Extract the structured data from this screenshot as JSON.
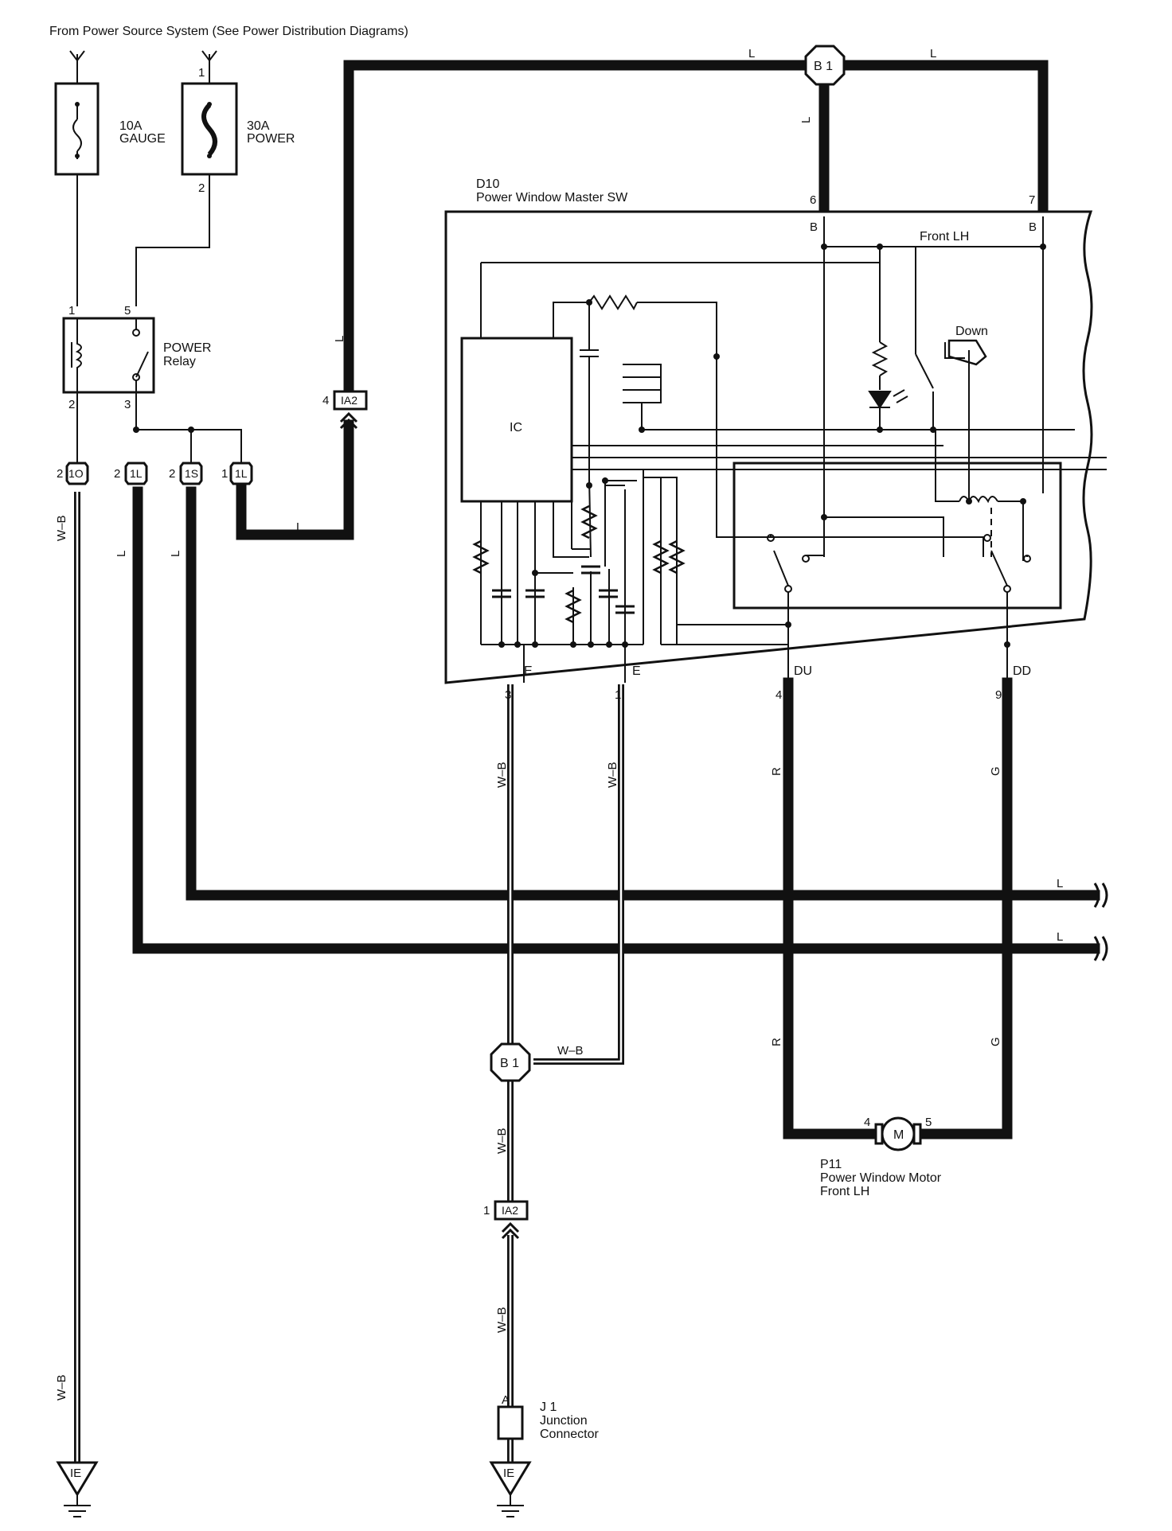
{
  "header": "From Power Source System (See Power Distribution Diagrams)",
  "fuses": [
    {
      "id": "fuse-gauge",
      "rating": "10A",
      "name": "GAUGE"
    },
    {
      "id": "fuse-power",
      "rating": "30A",
      "name": "POWER",
      "pin_top": "1",
      "pin_bottom": "2"
    }
  ],
  "relay": {
    "line1": "POWER",
    "line2": "Relay",
    "pins": [
      "1",
      "5",
      "2",
      "3"
    ]
  },
  "connectors": {
    "c1O": {
      "label": "1O",
      "pin": "2"
    },
    "c1L_a": {
      "label": "1L",
      "pin": "2"
    },
    "c1S": {
      "label": "1S",
      "pin": "2"
    },
    "c1L_b": {
      "label": "1L",
      "pin": "1"
    },
    "ia2_top": {
      "label": "IA2",
      "pin": "4"
    },
    "ia2_bottom": {
      "label": "IA2",
      "pin": "1"
    },
    "b1_top": {
      "label": "B 1"
    },
    "b1_bottom": {
      "label": "B 1"
    }
  },
  "switch": {
    "code": "D10",
    "name": "Power Window Master SW",
    "ic": "IC",
    "front_lh": "Front LH",
    "down": "Down",
    "terminals": {
      "b_left": "B",
      "b_right": "B",
      "e_left": "E",
      "e_right": "E",
      "du": "DU",
      "dd": "DD"
    },
    "pins": {
      "p6": "6",
      "p7": "7",
      "p3": "3",
      "p1": "1",
      "p4": "4",
      "p9": "9"
    }
  },
  "wire_colors": {
    "L": "L",
    "WB": "W–B",
    "R": "R",
    "G": "G"
  },
  "motor": {
    "code": "P11",
    "line1": "Power Window Motor",
    "line2": "Front LH",
    "symbol": "M",
    "pin_left": "4",
    "pin_right": "5"
  },
  "junction": {
    "code": "J 1",
    "line1": "Junction",
    "line2": "Connector",
    "pin": "A"
  },
  "grounds": {
    "left": "IE",
    "right": "IE"
  }
}
